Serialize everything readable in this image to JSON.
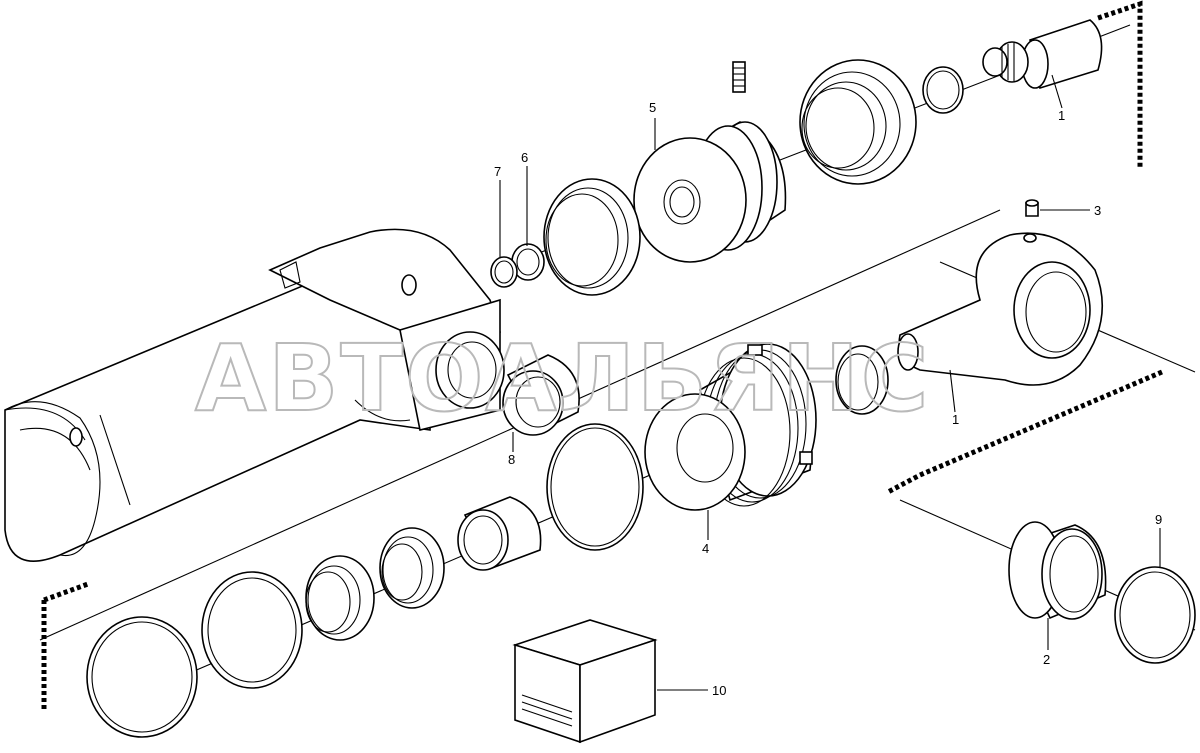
{
  "watermark": "АВТОАЛЬЯНС",
  "callouts": {
    "c1_top": "1",
    "c1_rod": "1",
    "c2": "2",
    "c3": "3",
    "c4": "4",
    "c5": "5",
    "c6": "6",
    "c7": "7",
    "c8": "8",
    "c9": "9",
    "c10": "10"
  },
  "colors": {
    "line": "#000000",
    "watermark": "#b9b9b9",
    "background": "#ffffff"
  }
}
